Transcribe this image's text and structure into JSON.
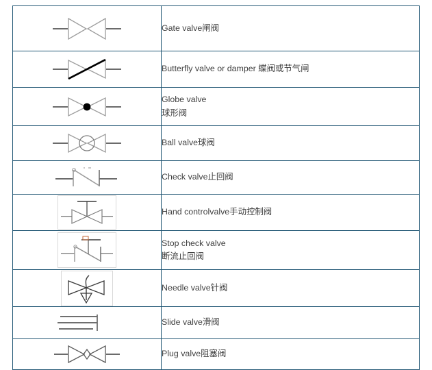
{
  "page": {
    "type": "reference-table",
    "title_visible": false,
    "border_color": "#1f5573",
    "text_color": "#404040",
    "symbol_stroke": "#8c8c8c",
    "symbol_accent": "#000000",
    "background": "#ffffff"
  },
  "table": {
    "column_count": 2,
    "row_count": 10,
    "rows": [
      {
        "index": 0,
        "symbol_name": "gate-valve-symbol",
        "symbol_style": "bowtie",
        "boxed": false,
        "label_lines": [
          "Gate valve闸阀"
        ],
        "label_en": "Gate valve",
        "label_zh": "闸阀"
      },
      {
        "index": 1,
        "symbol_name": "butterfly-valve-symbol",
        "symbol_style": "bowtie-diagonal",
        "boxed": false,
        "label_lines": [
          "Butterfly valve or damper 蝶阀或节气闸"
        ],
        "label_en": "Butterfly valve or damper",
        "label_zh": "蝶阀或节气闸"
      },
      {
        "index": 2,
        "symbol_name": "globe-valve-symbol",
        "symbol_style": "bowtie-dot",
        "boxed": false,
        "label_lines": [
          "Globe valve",
          "球形阀"
        ],
        "label_en": "Globe valve",
        "label_zh": "球形阀"
      },
      {
        "index": 3,
        "symbol_name": "ball-valve-symbol",
        "symbol_style": "bowtie-circle",
        "boxed": false,
        "label_lines": [
          "Ball valve球阀"
        ],
        "label_en": "Ball valve",
        "label_zh": "球阀"
      },
      {
        "index": 4,
        "symbol_name": "check-valve-symbol",
        "symbol_style": "check-flap",
        "boxed": false,
        "label_lines": [
          "Check valve止回阀"
        ],
        "label_en": "Check valve",
        "label_zh": "止回阀"
      },
      {
        "index": 5,
        "symbol_name": "hand-control-valve-symbol",
        "symbol_style": "bowtie-handwheel",
        "boxed": true,
        "label_lines": [
          "Hand controlvalve手动控制阀"
        ],
        "label_en": "Hand controlvalve",
        "label_zh": "手动控制阀"
      },
      {
        "index": 6,
        "symbol_name": "stop-check-valve-symbol",
        "symbol_style": "check-flap-stem",
        "boxed": true,
        "label_lines": [
          "Stop check valve",
          "断流止回阀"
        ],
        "label_en": "Stop check valve",
        "label_zh": "断流止回阀"
      },
      {
        "index": 7,
        "symbol_name": "needle-valve-symbol",
        "symbol_style": "bowtie-needle",
        "boxed": true,
        "label_lines": [
          "Needle valve针阀"
        ],
        "label_en": "Needle valve",
        "label_zh": "针阀"
      },
      {
        "index": 8,
        "symbol_name": "slide-valve-symbol",
        "symbol_style": "slide-bars",
        "boxed": false,
        "label_lines": [
          "Slide valve滑阀"
        ],
        "label_en": "Slide valve",
        "label_zh": "滑阀"
      },
      {
        "index": 9,
        "symbol_name": "plug-valve-symbol",
        "symbol_style": "bowtie-diamond",
        "boxed": false,
        "label_lines": [
          "Plug valve阻塞阀"
        ],
        "label_en": "Plug valve",
        "label_zh": "阻塞阀"
      }
    ]
  }
}
